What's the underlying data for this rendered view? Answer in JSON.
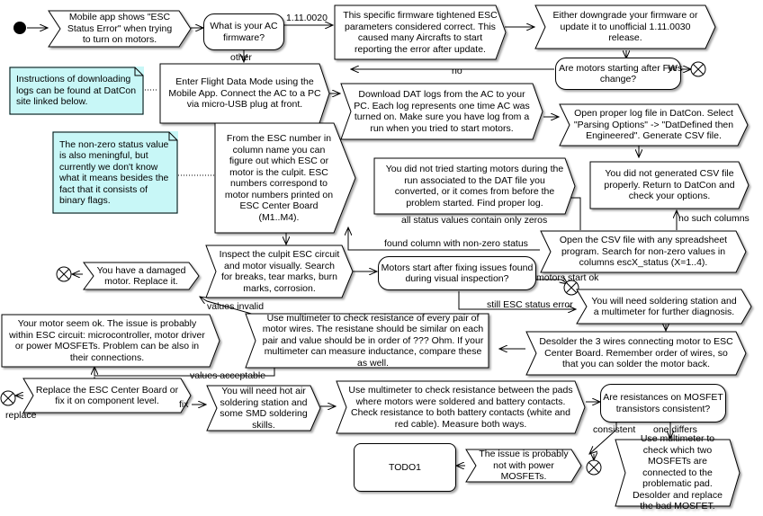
{
  "nodes": {
    "n_mobile": "Mobile app shows \"ESC Status Error\" when trying to turn on motors.",
    "n_firmware_q": "What is your AC firmware?",
    "n_tightened": "This specific firmware tightened ESC parameters considered correct. This caused many Aircrafts to start reporting the error after update.",
    "n_downgrade": "Either downgrade your firmware or update it to unofficial 1.11.0030 release.",
    "n_motors_start_q": "Are motors starting after FW change?",
    "n_flight_data": "Enter Flight Data Mode using the Mobile App. Connect the AC to a PC via micro-USB plug at front.",
    "n_note_datcon": "Instructions of downloading logs can be found at DatCon site linked below.",
    "n_download_dat": "Download DAT logs from the AC to your PC. Each log represents one time AC was turned on. Make sure you have log from a run when you tried to start motors.",
    "n_open_log": "Open proper log file in DatCon. Select \"Parsing Options\" -> \"DatDefined then Engineered\". Generate CSV file.",
    "n_note_status": "The non-zero status value is also meningful, but currently we don't know what it means besides the fact that it consists of binary flags.",
    "n_esc_number": "From the ESC number in column name you can figure out which ESC or motor is the culpit. ESC numbers correspond to motor numbers printed on ESC Center Board (M1..M4).",
    "n_not_tried": "You did not tried starting motors during the run associated to the DAT file you converted, or it comes from before the problem started. Find proper log.",
    "n_not_generated": "You did not generated CSV file properly. Return to DatCon and check your options.",
    "n_open_csv": "Open the CSV file with any spreadsheet program. Search for non-zero values in columns escX_status (X=1..4).",
    "n_inspect": "Inspect the culpit ESC circuit and motor visually. Search for breaks, tear marks, burn marks, corrosion.",
    "n_motors_fix_q": "Motors start after fixing issues found during visual inspection?",
    "n_damaged": "You have a damaged motor. Replace it.",
    "n_soldering": "You will need soldering station and a multimeter for further diagnosis.",
    "n_motor_ok": "Your motor seem ok. The issue is probably within ESC circuit: microcontroller, motor driver or power MOSFETs. Problem can be also in their connections.",
    "n_multimeter_wires": "Use multimeter to check resistance of every pair of motor wires. The resistane should be similar on each pair and value should be in order of ??? Ohm. If your multimeter can measure inductance, compare these as well.",
    "n_desolder": "Desolder the 3 wires connecting motor to ESC Center Board. Remember order of wires, so that you can solder the motor back.",
    "n_replace_board": "Replace the ESC Center Board or fix it on component level.",
    "n_hot_air": "You will need hot air soldering station and some SMD soldering skills.",
    "n_multimeter_pads": "Use multimeter to check resistance between the pads where motors were soldered and battery contacts. Check resistance to both battery contacts (white and red cable). Measure both ways.",
    "n_mosfet_q": "Are resistances on MOSFET transistors consistent?",
    "n_todo": "TODO1",
    "n_not_mosfet": "The issue is probably not with power MOSFETs.",
    "n_which_mosfet": "Use multimeter to check which two MOSFETs are connected to the problematic pad. Desolder and replace the bad MOSFET."
  },
  "edge_labels": {
    "e_firmware_version": "1.11.0020",
    "e_other": "other",
    "e_no": "no",
    "e_yes": "yes",
    "e_all_zeros": "all status values contain only zeros",
    "e_no_such_columns": "no such columns",
    "e_found_column": "found column with non-zero status",
    "e_motors_start_ok": "motors start ok",
    "e_still_error": "still ESC status error",
    "e_values_invalid": "values invalid",
    "e_values_acceptable": "values acceptable",
    "e_fix": "fix",
    "e_replace": "replace",
    "e_consistent": "consistent",
    "e_one_differs": "one differs"
  },
  "colors": {
    "note_fill": "#c8f7f7",
    "line": "#000000"
  }
}
